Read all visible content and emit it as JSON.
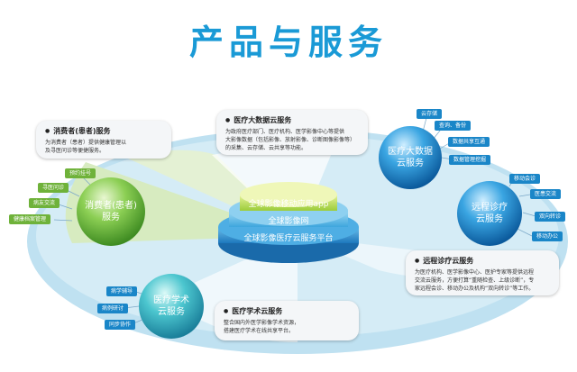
{
  "title": "产品与服务",
  "platform": {
    "top": "全球影像移动应用app",
    "middle": "全球影像网",
    "bottom": "全球影像医疗云服务平台"
  },
  "spheres": {
    "consumer": [
      "消费者(患者)",
      "服务"
    ],
    "bigdata": [
      "医疗大数据",
      "云服务"
    ],
    "remote": [
      "远程诊疗",
      "云服务"
    ],
    "academic": [
      "医疗学术",
      "云服务"
    ]
  },
  "cards": {
    "consumer": {
      "title": "消费者(患者)服务",
      "desc": [
        "为消费者（患者）提供健康管理以",
        "及寻医问诊等便捷服务。"
      ]
    },
    "bigdata": {
      "title": "医疗大数据云服务",
      "desc": [
        "为政府医疗部门、医疗机构、医学影像中心等提供",
        "大影像数据（包括影像、放射影像、诊断图像影像等）",
        "的采集、云存储、云共享等功能。"
      ]
    },
    "remote": {
      "title": "远程诊疗云服务",
      "desc": [
        "为医疗机构、医学影像中心、医护专家等提供远程",
        "交流云服务，方便打算“重随检查、上级诊断”，专",
        "家远程会诊、移动办公及机构“双向转诊”等工作。"
      ]
    },
    "academic": {
      "title": "医疗学术云服务",
      "desc": [
        "整合国内外医学影像学术资源，",
        "搭建医疗学术在线共享平台。"
      ]
    }
  },
  "tags": {
    "consumer": [
      "预约挂号",
      "寻医问诊",
      "病友交流",
      "健康档案管理"
    ],
    "bigdata": [
      "云存储",
      "查询、备份",
      "数据共享互通",
      "数据管理挖掘"
    ],
    "remote": [
      "移动会诊",
      "医患交流",
      "双向转诊",
      "移动办公"
    ],
    "academic": [
      "病学辅导",
      "病例研讨",
      "同步协作"
    ]
  },
  "colors": {
    "title": "#1a9ad6",
    "green_tag": "#6fb23a",
    "blue_tag": "#1a86c8"
  }
}
